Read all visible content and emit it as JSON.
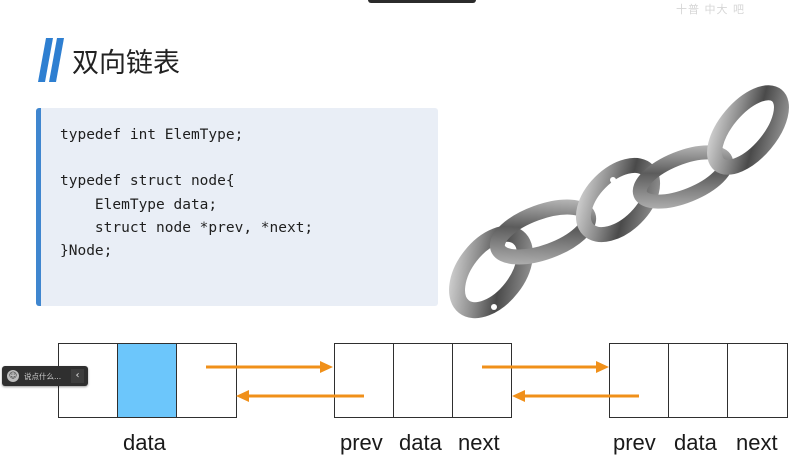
{
  "header": {
    "watermark": "十普 中大 吧",
    "title": "双向链表"
  },
  "code": {
    "text": "typedef int ElemType;\n\ntypedef struct node{\n    ElemType data;\n    struct node *prev, *next;\n}Node;"
  },
  "diagram": {
    "node1_label": "data",
    "node2_labels": [
      "prev",
      "data",
      "next"
    ],
    "node3_labels": [
      "prev",
      "data",
      "next"
    ],
    "colors": {
      "filled_cell": "#6cc6fb",
      "arrow": "#f0901a",
      "accent": "#3f86cf"
    }
  },
  "floating_toolbar": {
    "text": "说点什么...",
    "icon": "smile-icon",
    "collapse_icon": "chevron-left-icon"
  }
}
